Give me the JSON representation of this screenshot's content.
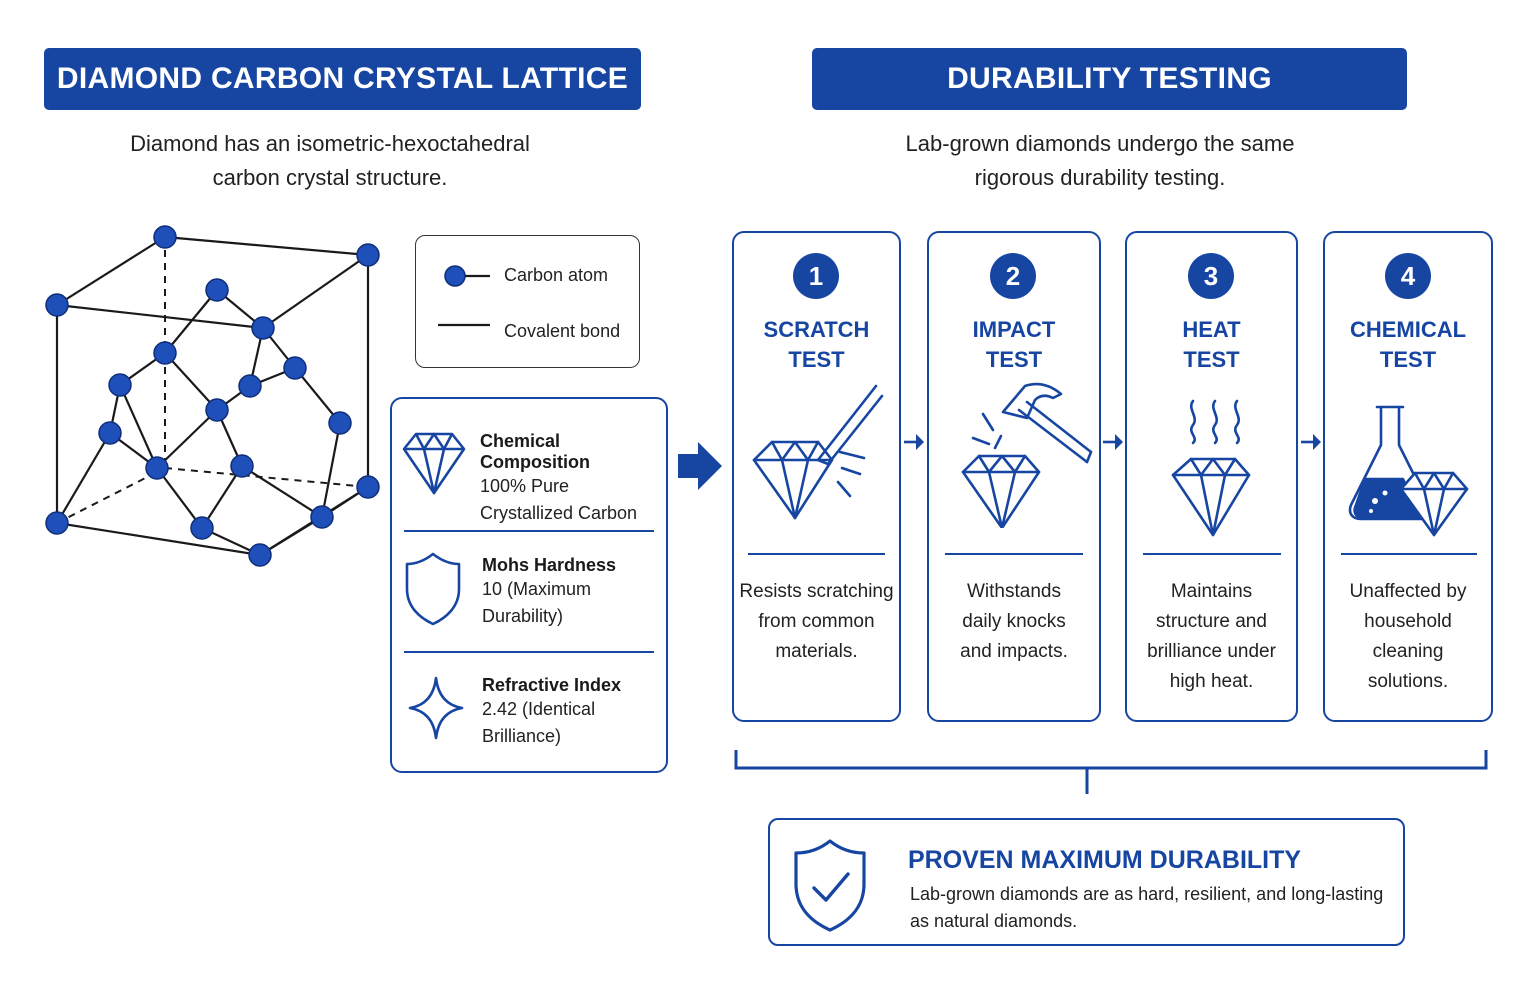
{
  "left": {
    "title": "DIAMOND CARBON CRYSTAL LATTICE",
    "subtitle_line1": "Diamond has an isometric-hexoctahedral",
    "subtitle_line2": "carbon crystal structure.",
    "legend": {
      "atom_label": "Carbon atom",
      "bond_label": "Covalent bond"
    },
    "properties": [
      {
        "title": "Chemical Composition",
        "line1": "100% Pure",
        "line2": "Crystallized Carbon",
        "icon": "diamond-icon"
      },
      {
        "title": "Mohs Hardness",
        "line1": "10 (Maximum",
        "line2": "Durability)",
        "icon": "shield-icon"
      },
      {
        "title": "Refractive Index",
        "line1": "2.42 (Identical",
        "line2": "Brilliance)",
        "icon": "sparkle-icon"
      }
    ]
  },
  "right": {
    "title": "DURABILITY TESTING",
    "subtitle_line1": "Lab-grown diamonds undergo the same",
    "subtitle_line2": "rigorous durability testing.",
    "tests": [
      {
        "number": "1",
        "title1": "SCRATCH",
        "title2": "TEST",
        "desc": [
          "Resists scratching",
          "from common",
          "materials."
        ],
        "icon": "scratch-icon"
      },
      {
        "number": "2",
        "title1": "IMPACT",
        "title2": "TEST",
        "desc": [
          "Withstands",
          "daily knocks",
          "and impacts."
        ],
        "icon": "hammer-icon"
      },
      {
        "number": "3",
        "title1": "HEAT",
        "title2": "TEST",
        "desc": [
          "Maintains",
          "structure and",
          "brilliance under",
          "high heat."
        ],
        "icon": "heat-icon"
      },
      {
        "number": "4",
        "title1": "CHEMICAL",
        "title2": "TEST",
        "desc": [
          "Unaffected by",
          "household",
          "cleaning",
          "solutions."
        ],
        "icon": "flask-icon"
      }
    ],
    "conclusion": {
      "title": "PROVEN MAXIMUM DURABILITY",
      "line1": "Lab-grown diamonds are as hard, resilient, and long-lasting",
      "line2": "as natural diamonds."
    }
  },
  "colors": {
    "accent": "#1746a2",
    "atom": "#1f4fb8",
    "text": "#222222"
  }
}
